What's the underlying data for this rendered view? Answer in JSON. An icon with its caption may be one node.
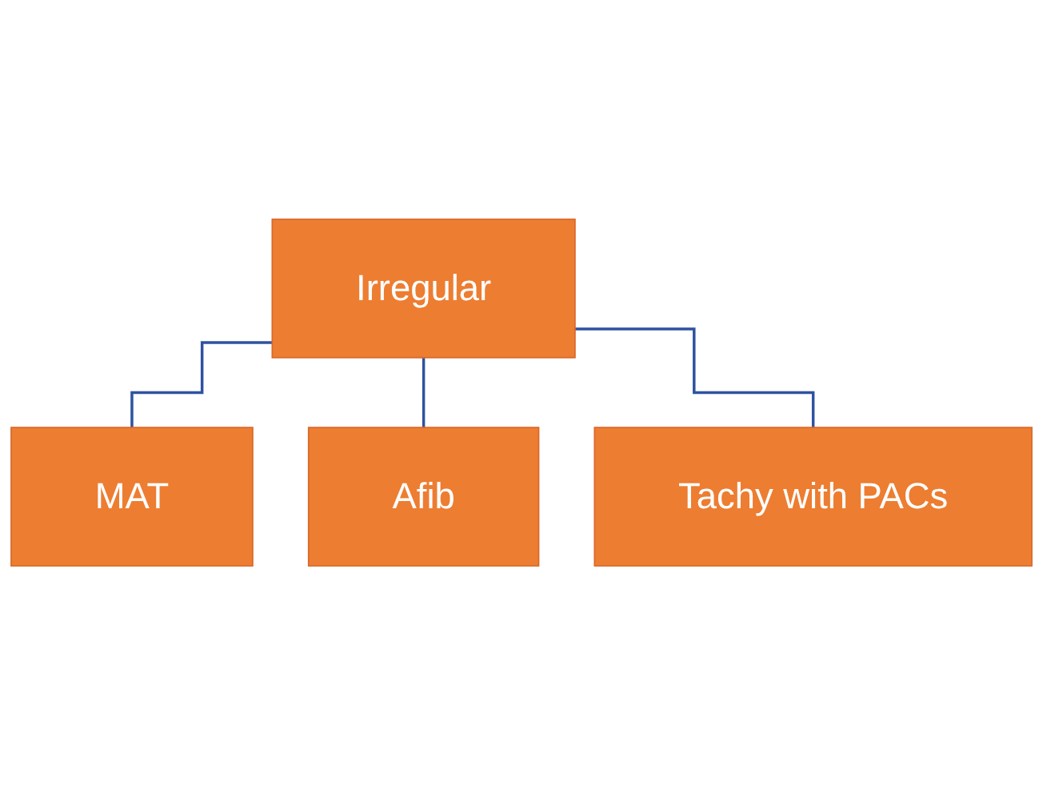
{
  "diagram": {
    "nodes": [
      {
        "text": [
          "Irregular"
        ]
      },
      {
        "text": [
          "MAT"
        ]
      },
      {
        "text": [
          "Tachy with PACs"
        ]
      },
      {
        "text": [
          "Afib"
        ]
      }
    ],
    "edges": [
      {
        "from": 0,
        "to": 1,
        "arrow": "none"
      },
      {
        "from": 0,
        "to": 3,
        "arrow": "none"
      },
      {
        "from": 0,
        "to": 2,
        "arrow": "none"
      }
    ]
  }
}
